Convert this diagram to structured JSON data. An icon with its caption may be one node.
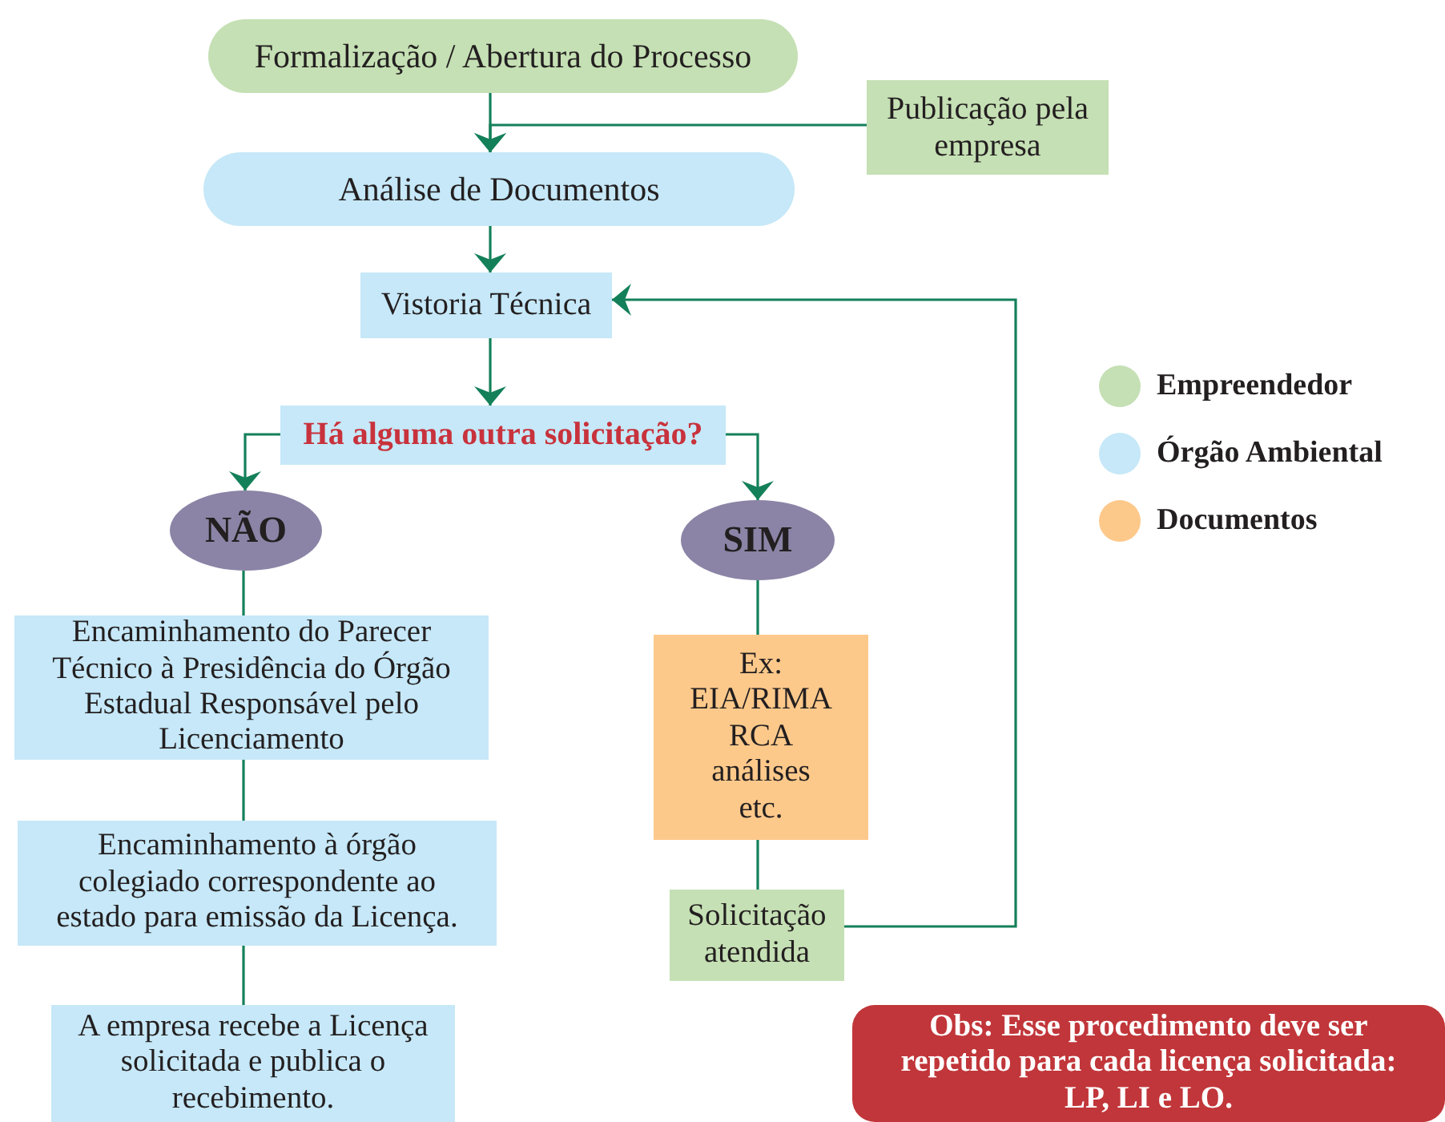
{
  "diagram": {
    "nodes": [
      {
        "text": [
          "Formalização / Abertura do Processo"
        ]
      },
      {
        "text": [
          "Publicação pela empresa"
        ]
      },
      {
        "text": [
          "Análise de Documentos"
        ]
      },
      {
        "text": [
          "Vistoria Técnica"
        ]
      },
      {
        "text": [
          "Há alguma outra solicitação?"
        ]
      },
      {
        "text": [
          "NÃO"
        ]
      },
      {
        "text": [
          "SIM"
        ]
      },
      {
        "text": [
          "Encaminhamento do Parecer Técnico à Presidência do Órgão Estadual Responsável pelo Licenciamento"
        ]
      },
      {
        "text": [
          "Encaminhamento  à órgão colegiado correspondente ao estado para emissão da Licença."
        ]
      },
      {
        "text": [
          "A empresa recebe a Licença solicitada e publica o recebimento."
        ]
      },
      {
        "text": [
          "Ex: EIA/RIMA RCA análises etc."
        ]
      },
      {
        "text": [
          "Solicitação atendida"
        ]
      },
      {
        "text": [
          "Obs: Esse procedimento deve ser repetido para cada licença solicitada: LP, LI e LO."
        ]
      }
    ],
    "edges": [
      {
        "from": 0,
        "to": 2,
        "arrow": "to"
      },
      {
        "from": 1,
        "to": 2,
        "arrow": "to"
      },
      {
        "from": 2,
        "to": 3,
        "arrow": "to"
      },
      {
        "from": 3,
        "to": 4,
        "arrow": "to"
      },
      {
        "from": 4,
        "to": 5,
        "arrow": "to"
      },
      {
        "from": 4,
        "to": 6,
        "arrow": "to"
      },
      {
        "from": 5,
        "to": 7,
        "arrow": "none"
      },
      {
        "from": 7,
        "to": 8,
        "arrow": "none"
      },
      {
        "from": 8,
        "to": 9,
        "arrow": "none"
      },
      {
        "from": 6,
        "to": 10,
        "arrow": "none"
      },
      {
        "from": 10,
        "to": 11,
        "arrow": "none"
      },
      {
        "from": 11,
        "to": 3,
        "arrow": "to"
      }
    ],
    "legend": [
      {
        "text": "Empreendedor",
        "color": "#c5e0b4"
      },
      {
        "text": "Órgão Ambiental",
        "color": "#c6e8f8"
      },
      {
        "text": "Documentos",
        "color": "#fdc98b"
      }
    ]
  }
}
